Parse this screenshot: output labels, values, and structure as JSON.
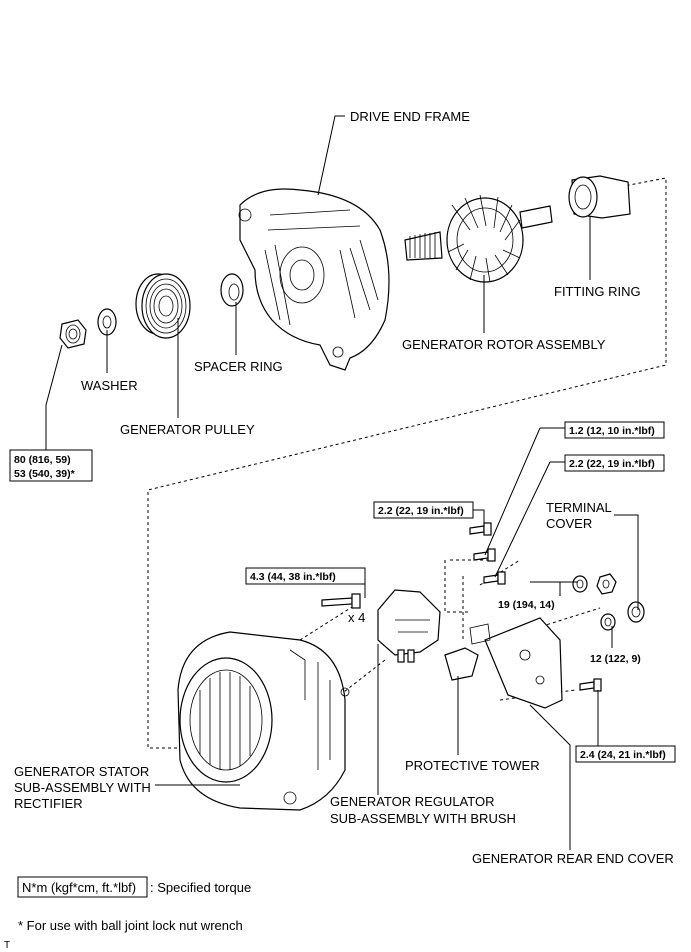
{
  "labels": {
    "drive_end_frame": "DRIVE END FRAME",
    "fitting_ring": "FITTING RING",
    "generator_rotor_assembly": "GENERATOR ROTOR ASSEMBLY",
    "spacer_ring": "SPACER RING",
    "washer": "WASHER",
    "generator_pulley": "GENERATOR PULLEY",
    "terminal_cover_1": "TERMINAL",
    "terminal_cover_2": "COVER",
    "protective_tower": "PROTECTIVE TOWER",
    "stator_1": "GENERATOR STATOR",
    "stator_2": "SUB-ASSEMBLY WITH",
    "stator_3": "RECTIFIER",
    "regulator_1": "GENERATOR REGULATOR",
    "regulator_2": "SUB-ASSEMBLY WITH BRUSH",
    "rear_end_cover": "GENERATOR REAR END COVER",
    "x4": "x 4"
  },
  "torques": {
    "nut_1": "80 (816, 59)",
    "nut_2": "53 (540, 39)*",
    "t_1_2": "1.2 (12, 10 in.*lbf)",
    "t_2_2_a": "2.2 (22, 19 in.*lbf)",
    "t_2_2_b": "2.2 (22, 19 in.*lbf)",
    "t_4_3": "4.3 (44, 38 in.*lbf)",
    "t_19": "19 (194, 14)",
    "t_12": "12 (122, 9)",
    "t_2_4": "2.4 (24, 21 in.*lbf)"
  },
  "legend": {
    "box_text": "N*m (kgf*cm, ft.*lbf)",
    "description": ": Specified torque",
    "footnote": "* For use with ball joint lock nut wrench",
    "corner_mark": "T"
  }
}
